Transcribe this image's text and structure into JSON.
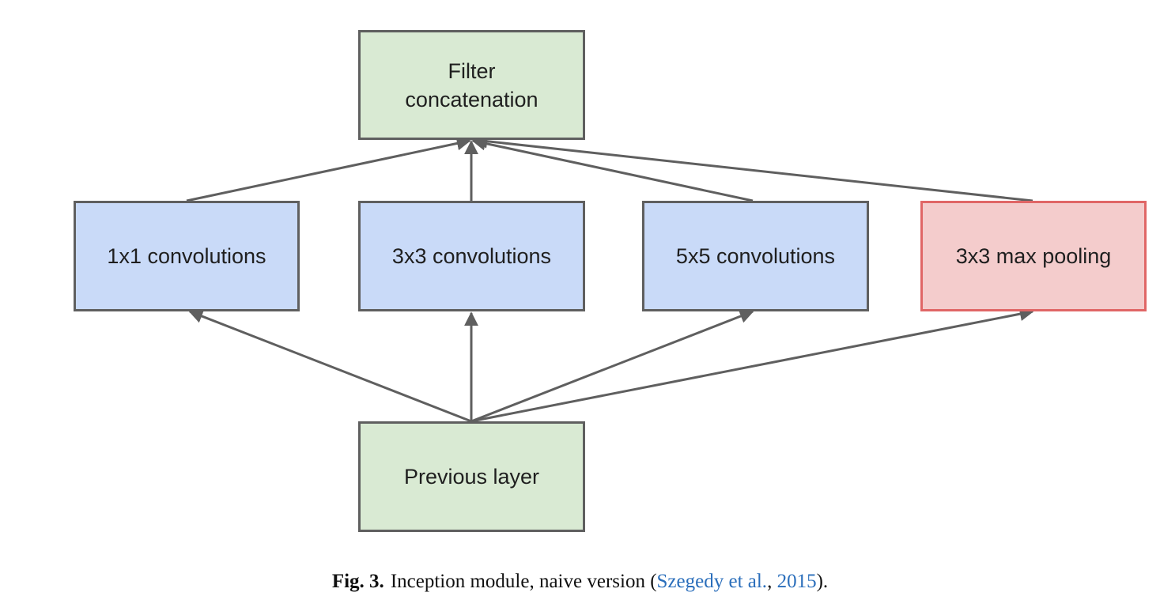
{
  "diagram": {
    "nodes": {
      "filter_concatenation": "Filter\nconcatenation",
      "conv_1x1": "1x1 convolutions",
      "conv_3x3": "3x3 convolutions",
      "conv_5x5": "5x5 convolutions",
      "max_pool_3x3": "3x3 max pooling",
      "previous_layer": "Previous layer"
    },
    "edges": [
      {
        "from": "previous_layer",
        "to": "conv_1x1"
      },
      {
        "from": "previous_layer",
        "to": "conv_3x3"
      },
      {
        "from": "previous_layer",
        "to": "conv_5x5"
      },
      {
        "from": "previous_layer",
        "to": "max_pool_3x3"
      },
      {
        "from": "conv_1x1",
        "to": "filter_concatenation"
      },
      {
        "from": "conv_3x3",
        "to": "filter_concatenation"
      },
      {
        "from": "conv_5x5",
        "to": "filter_concatenation"
      },
      {
        "from": "max_pool_3x3",
        "to": "filter_concatenation"
      }
    ],
    "colors": {
      "green_fill": "#d9ead3",
      "blue_fill": "#c9daf8",
      "red_fill": "#f4cccc",
      "red_border": "#e06666",
      "border": "#5f5f5f",
      "arrow": "#5f5f5f"
    }
  },
  "caption": {
    "label": "Fig. 3.",
    "text": "Inception module, naive version (",
    "ref_authors": "Szegedy et al.",
    "separator": ", ",
    "ref_year": "2015",
    "closing": ")."
  }
}
